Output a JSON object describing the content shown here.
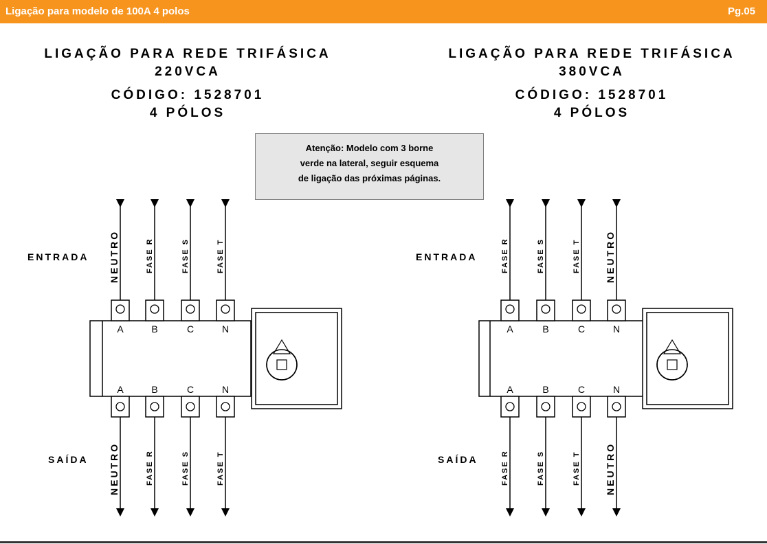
{
  "header": {
    "title": "Ligação para modelo de 100A 4 polos",
    "page": "Pg.05"
  },
  "colors": {
    "header_bar": "#f7941d",
    "notice_bg": "#e6e6e6"
  },
  "diagrams": [
    {
      "title": "LIGAÇÃO PARA REDE TRIFÁSICA",
      "voltage": "220VCA",
      "code": "CÓDIGO: 1528701",
      "poles": "4 PÓLOS",
      "input_label": "ENTRADA",
      "output_label": "SAÍDA",
      "input_wires": [
        "NEUTRO",
        "FASE R",
        "FASE S",
        "FASE T"
      ],
      "output_wires": [
        "NEUTRO",
        "FASE R",
        "FASE S",
        "FASE T"
      ],
      "terminals": [
        "A",
        "B",
        "C",
        "N"
      ]
    },
    {
      "title": "LIGAÇÃO PARA REDE TRIFÁSICA",
      "voltage": "380VCA",
      "code": "CÓDIGO: 1528701",
      "poles": "4 PÓLOS",
      "input_label": "ENTRADA",
      "output_label": "SAÍDA",
      "input_wires": [
        "FASE R",
        "FASE S",
        "FASE T",
        "NEUTRO"
      ],
      "output_wires": [
        "FASE R",
        "FASE S",
        "FASE T",
        "NEUTRO"
      ],
      "terminals": [
        "A",
        "B",
        "C",
        "N"
      ]
    }
  ],
  "notice": {
    "lines": [
      "Atenção: Modelo com 3 borne",
      "verde na lateral, seguir esquema",
      "de ligação das próximas páginas."
    ]
  }
}
